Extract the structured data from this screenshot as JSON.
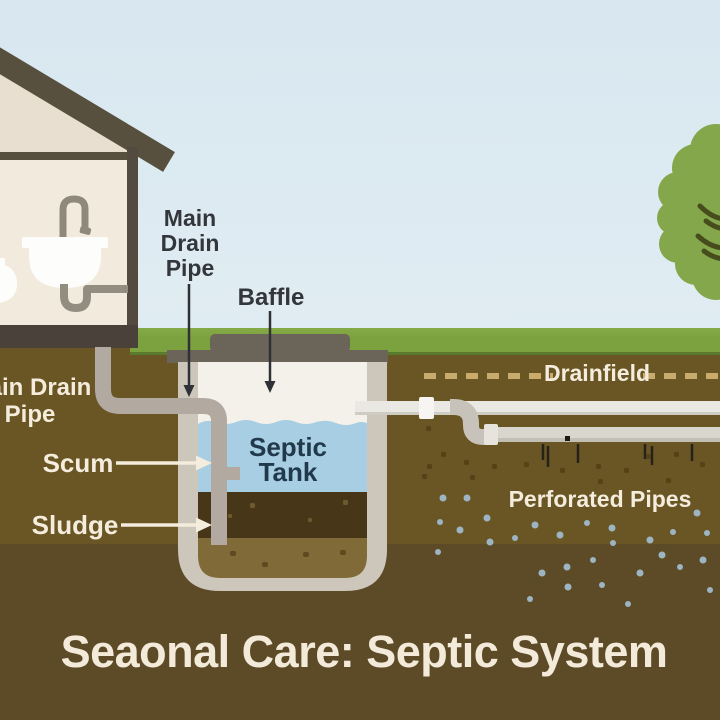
{
  "title": {
    "text": "Seaonal Care: Septic System"
  },
  "labels": {
    "main_drain_pipe_above": "Main Drain Pipe",
    "main_drain_pipe_below": "Main Drain Pipe",
    "baffle": "Baffle",
    "septic_tank": "Septic Tank",
    "scum": "Scum",
    "sludge": "Sludge",
    "drainfield": "Drainfield",
    "perforated_pipes": "Perforated Pipes"
  },
  "icons": {
    "tree": "tree-icon",
    "sink": "sink-icon",
    "toilet": "toilet-icon",
    "faucet": "faucet-icon"
  },
  "colors": {
    "sky": "#d8e7f0",
    "grass": "#7ba23f",
    "soil_upper": "#6a5624",
    "soil_lower": "#5d4b27",
    "house_wall": "#e9dfd0",
    "house_interior": "#f2eadd",
    "house_trim": "#57503f",
    "pipe_gray": "#b2aaa0",
    "pipe_white": "#e9e8e2",
    "tank_shell": "#ccc6bb",
    "tank_interior": "#f4f1ea",
    "water": "#a8cee4",
    "sludge_layer": "#483618",
    "sediment_layer": "#806a38",
    "tank_lid": "#6b6459",
    "label_dark": "#33373c",
    "label_light": "#f4ecdc",
    "dashes": "#c9ab6e",
    "tree_green": "#83a74a",
    "water_dots": "#9db5c3",
    "title_text": "#f3ead9"
  }
}
